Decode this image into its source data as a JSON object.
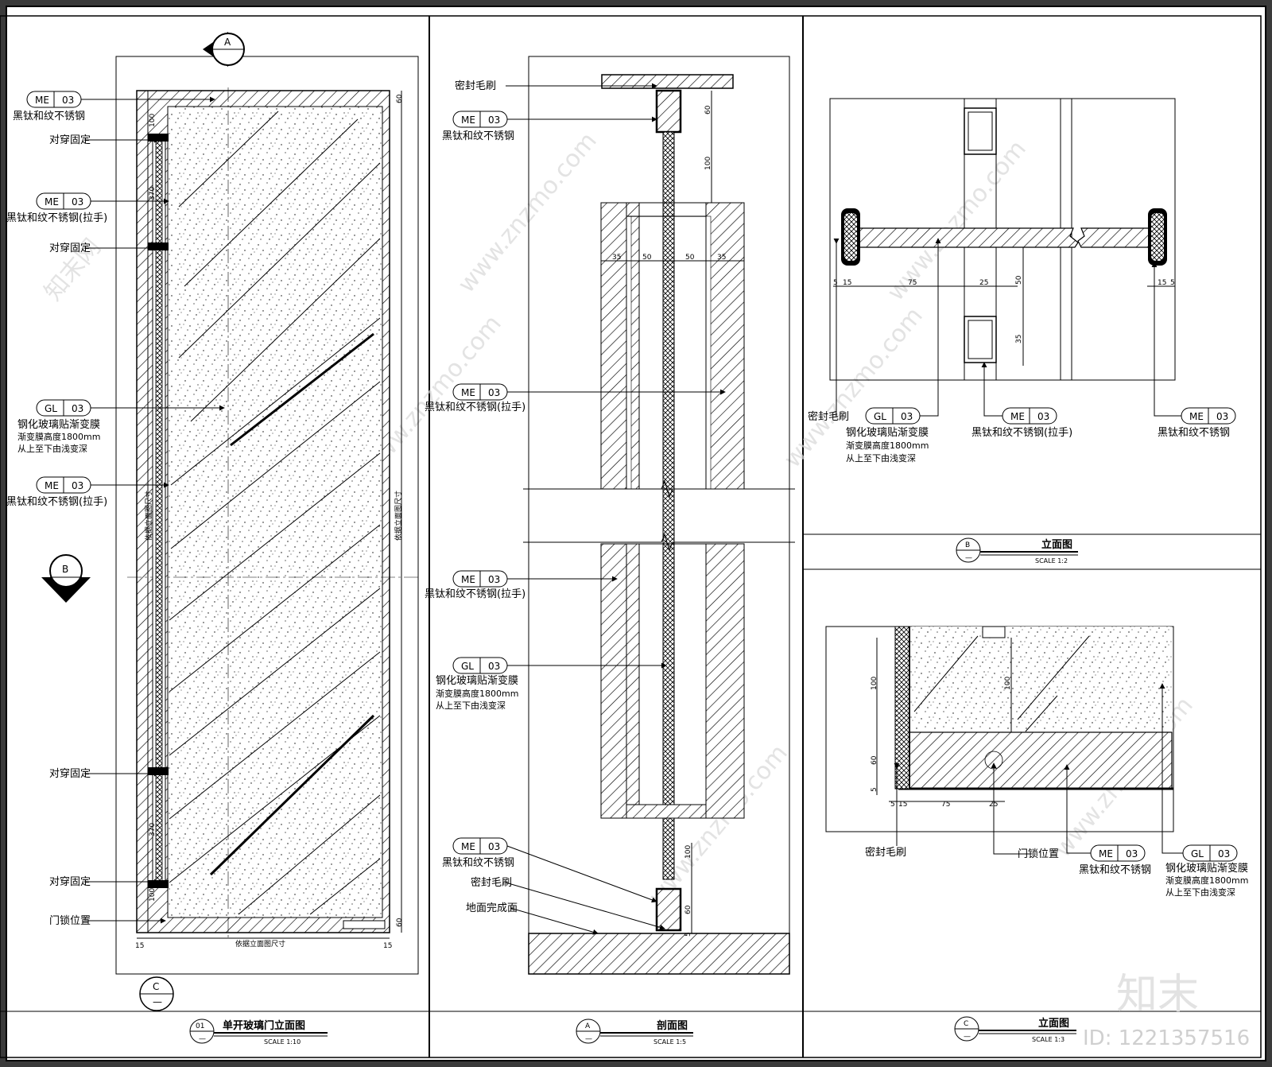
{
  "watermark": {
    "site": "www.znzmo.com",
    "brand": "知末网",
    "logo": "知末",
    "id": "ID: 1221357516"
  },
  "panels": {
    "elevation01": {
      "num": "01",
      "title": "单开玻璃门立面图",
      "scale": "SCALE  1:10",
      "marker_top": "A",
      "marker_side": "B",
      "marker_bottom": "C"
    },
    "sectionA": {
      "num": "A",
      "title": "剖面图",
      "scale": "SCALE  1:5"
    },
    "elevationB": {
      "num": "B",
      "title": "立面图",
      "scale": "SCALE  1:2"
    },
    "elevationC": {
      "num": "C",
      "title": "立面图",
      "scale": "SCALE  1:3"
    },
    "dash": "—"
  },
  "tags": {
    "me": "ME",
    "gl": "GL",
    "code": "03"
  },
  "labels": {
    "ss": "黑钛和纹不锈钢",
    "ss_handle": "黑钛和纹不锈钢(拉手)",
    "through_fix": "对穿固定",
    "glass": "钢化玻璃贴渐变膜",
    "film_height": "渐变膜高度1800mm",
    "film_grad": "从上至下由浅变深",
    "lock": "门锁位置",
    "brush": "密封毛刷",
    "floor": "地面完成面",
    "per_elev": "依据立面图尺寸",
    "per_elev_v1": "依据立面图尺寸",
    "per_elev_v2": "依据立面图尺寸"
  },
  "dims": {
    "d60": "60",
    "d100": "100",
    "d370": "370",
    "d15": "15",
    "d35": "35",
    "d50": "50",
    "d5": "5",
    "d75": "75",
    "d25": "25"
  }
}
